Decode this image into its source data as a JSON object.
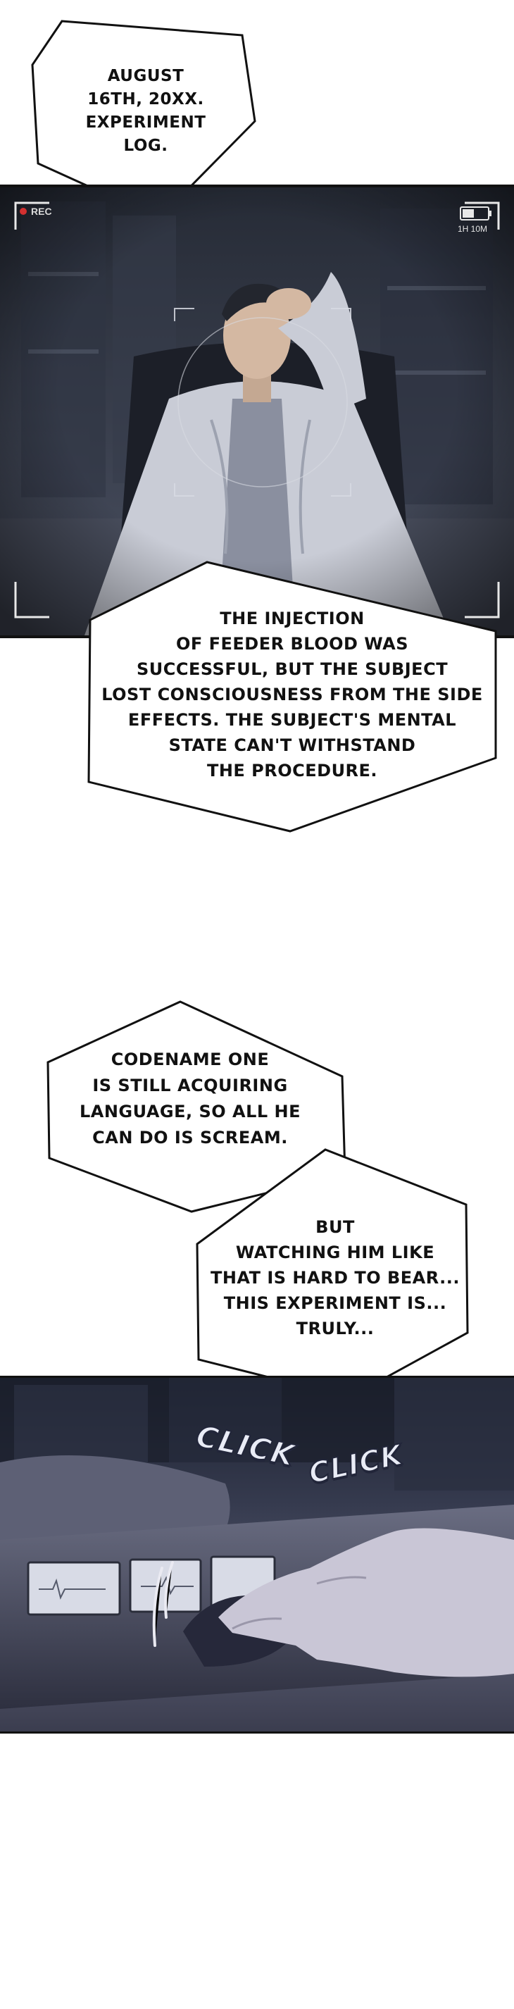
{
  "captions": {
    "top": [
      "AUGUST",
      "16TH, 20XX.",
      "EXPERIMENT",
      "LOG."
    ],
    "injection": [
      "THE INJECTION",
      "OF FEEDER BLOOD WAS",
      "SUCCESSFUL, BUT THE SUBJECT",
      "LOST CONSCIOUSNESS FROM THE SIDE",
      "EFFECTS. THE SUBJECT'S MENTAL",
      "STATE CAN'T WITHSTAND",
      "THE PROCEDURE."
    ],
    "codename": [
      "CODENAME ONE",
      "IS STILL ACQUIRING",
      "LANGUAGE, SO ALL HE",
      "CAN DO IS SCREAM."
    ],
    "watching": [
      "BUT",
      "WATCHING HIM LIKE",
      "THAT IS HARD TO BEAR...",
      "THIS EXPERIMENT IS...",
      "TRULY..."
    ]
  },
  "camera_overlay": {
    "rec": "REC",
    "duration": "1H 10M",
    "battery_level": 0.5
  },
  "sound_effects": {
    "click_1": "CLICK",
    "click_2": "CLICK"
  },
  "colors": {
    "rec_dot": "#d33030",
    "frame_corner": "#e8e8e8"
  }
}
